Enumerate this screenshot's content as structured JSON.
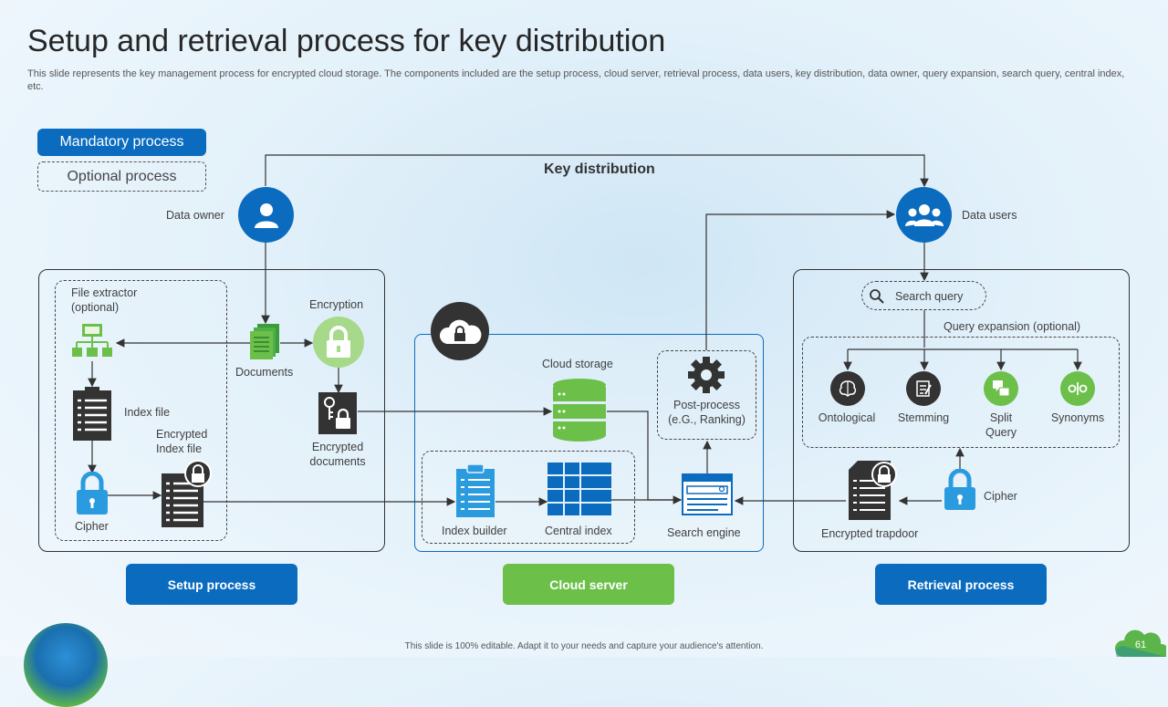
{
  "title": "Setup and retrieval process for key distribution",
  "subtitle": "This slide represents the key management process for encrypted cloud storage. The components included are the setup process, cloud server, retrieval process, data users, key distribution, data owner, query expansion, search query, central index, etc.",
  "legend": {
    "mandatory": "Mandatory process",
    "optional": "Optional process"
  },
  "key_distribution": "Key distribution",
  "data_owner": "Data owner",
  "data_users": "Data users",
  "setup": {
    "file_extractor": "File extractor\n(optional)",
    "documents": "Documents",
    "encryption": "Encryption",
    "index_file": "Index file",
    "encrypted_index_file": "Encrypted\nIndex file",
    "encrypted_documents": "Encrypted\ndocuments",
    "cipher": "Cipher"
  },
  "cloud": {
    "storage": "Cloud storage",
    "post_process": "Post-process\n(e.G., Ranking)",
    "index_builder": "Index builder",
    "central_index": "Central index",
    "search_engine": "Search engine"
  },
  "retrieval": {
    "search_query": "Search query",
    "query_expansion": "Query expansion (optional)",
    "ontological": "Ontological",
    "stemming": "Stemming",
    "split_query": "Split\nQuery",
    "synonyms": "Synonyms",
    "encrypted_trapdoor": "Encrypted trapdoor",
    "cipher": "Cipher"
  },
  "buttons": {
    "setup": "Setup process",
    "cloud": "Cloud server",
    "retrieval": "Retrieval process"
  },
  "footer": "This slide is 100% editable. Adapt it to your needs and capture your audience's attention.",
  "page_number": "61",
  "colors": {
    "blue": "#0b6cbf",
    "green": "#6cc04a",
    "dark": "#3a3a3a"
  }
}
